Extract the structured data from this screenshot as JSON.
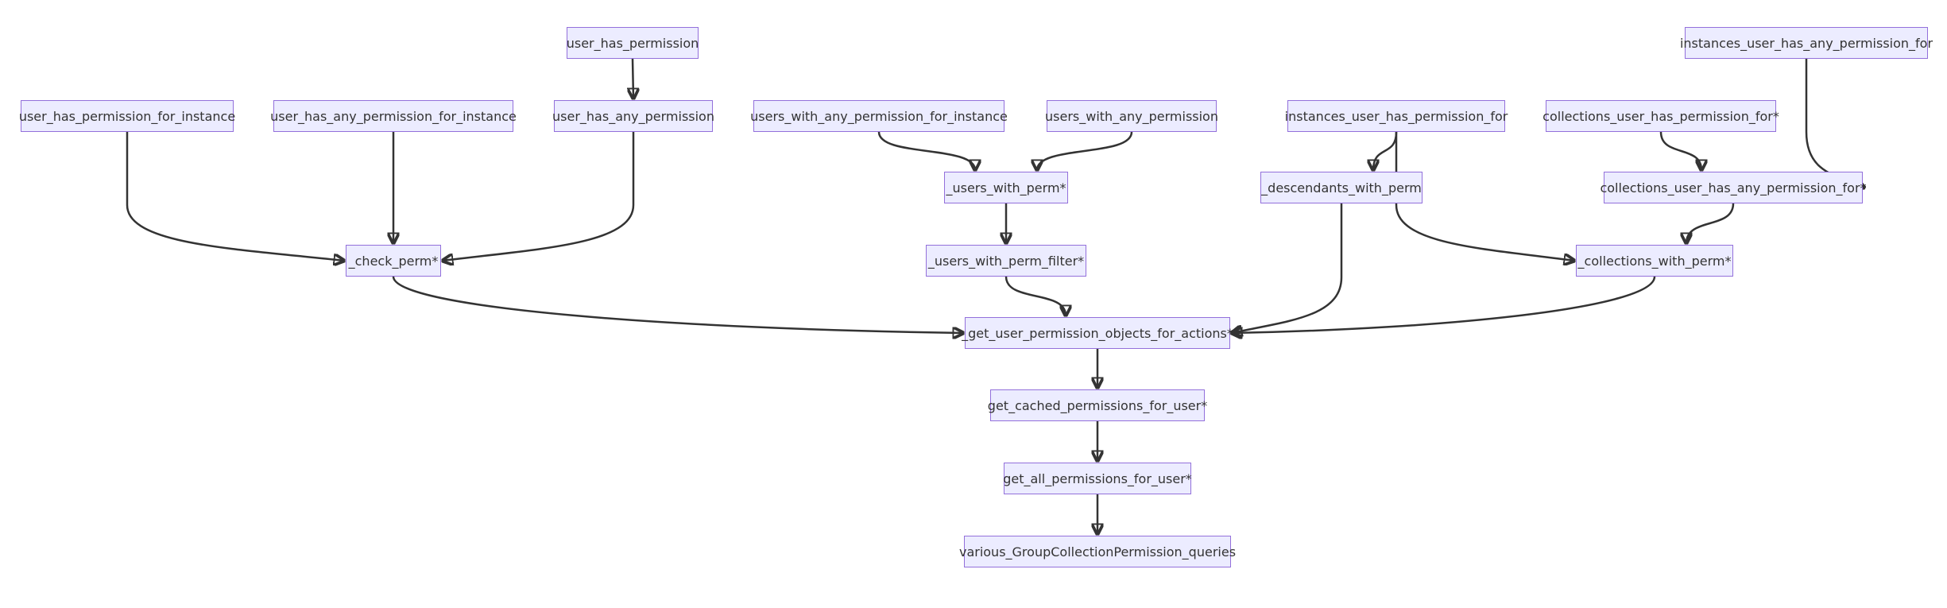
{
  "colors": {
    "node_fill": "#ECECFF",
    "node_border": "#9370DB",
    "edge": "#333333",
    "text": "#333333",
    "background": "#FFFFFF"
  },
  "nodes": {
    "user_has_permission": "user_has_permission",
    "instances_user_has_any_permission_for": "instances_user_has_any_permission_for",
    "user_has_permission_for_instance": "user_has_permission_for_instance",
    "user_has_any_permission_for_instance": "user_has_any_permission_for_instance",
    "user_has_any_permission": "user_has_any_permission",
    "users_with_any_permission_for_instance": "users_with_any_permission_for_instance",
    "users_with_any_permission": "users_with_any_permission",
    "instances_user_has_permission_for": "instances_user_has_permission_for",
    "collections_user_has_permission_for": "collections_user_has_permission_for*",
    "users_with_perm": "_users_with_perm*",
    "descendants_with_perm": "_descendants_with_perm",
    "collections_user_has_any_permission_for": "collections_user_has_any_permission_for*",
    "check_perm": "_check_perm*",
    "users_with_perm_filter": "_users_with_perm_filter*",
    "collections_with_perm": "_collections_with_perm*",
    "get_user_permission_objects_for_actions": "_get_user_permission_objects_for_actions*",
    "get_cached_permissions_for_user": "get_cached_permissions_for_user*",
    "get_all_permissions_for_user": "get_all_permissions_for_user*",
    "various_queries": "various_GroupCollectionPermission_queries"
  },
  "edges": [
    [
      "user_has_permission",
      "user_has_any_permission"
    ],
    [
      "user_has_permission_for_instance",
      "check_perm"
    ],
    [
      "user_has_any_permission_for_instance",
      "check_perm"
    ],
    [
      "user_has_any_permission",
      "check_perm"
    ],
    [
      "users_with_any_permission_for_instance",
      "users_with_perm"
    ],
    [
      "users_with_any_permission",
      "users_with_perm"
    ],
    [
      "users_with_perm",
      "users_with_perm_filter"
    ],
    [
      "instances_user_has_permission_for",
      "descendants_with_perm"
    ],
    [
      "instances_user_has_permission_for",
      "collections_with_perm"
    ],
    [
      "collections_user_has_permission_for",
      "collections_user_has_any_permission_for"
    ],
    [
      "instances_user_has_any_permission_for",
      "collections_user_has_any_permission_for"
    ],
    [
      "collections_user_has_any_permission_for",
      "collections_with_perm"
    ],
    [
      "check_perm",
      "get_user_permission_objects_for_actions"
    ],
    [
      "users_with_perm_filter",
      "get_user_permission_objects_for_actions"
    ],
    [
      "descendants_with_perm",
      "get_user_permission_objects_for_actions"
    ],
    [
      "collections_with_perm",
      "get_user_permission_objects_for_actions"
    ],
    [
      "get_user_permission_objects_for_actions",
      "get_cached_permissions_for_user"
    ],
    [
      "get_cached_permissions_for_user",
      "get_all_permissions_for_user"
    ],
    [
      "get_all_permissions_for_user",
      "various_queries"
    ]
  ]
}
